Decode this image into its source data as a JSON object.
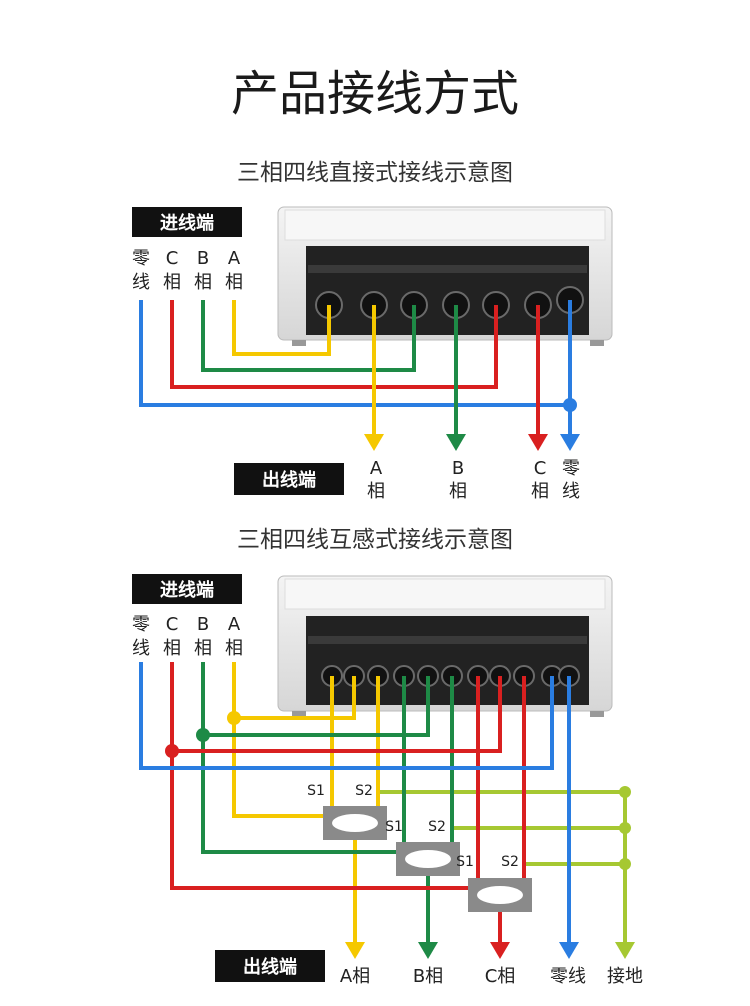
{
  "title": "产品接线方式",
  "diagram1": {
    "title": "三相四线直接式接线示意图",
    "input_tag": "进线端",
    "output_tag": "出线端",
    "inputs": [
      {
        "line1": "零",
        "line2": "线"
      },
      {
        "line1": "C",
        "line2": "相"
      },
      {
        "line1": "B",
        "line2": "相"
      },
      {
        "line1": "A",
        "line2": "相"
      }
    ],
    "outputs": [
      {
        "line1": "A",
        "line2": "相"
      },
      {
        "line1": "B",
        "line2": "相"
      },
      {
        "line1": "C",
        "line2": "相"
      },
      {
        "line1": "零",
        "line2": "线"
      }
    ]
  },
  "diagram2": {
    "title": "三相四线互感式接线示意图",
    "input_tag": "进线端",
    "output_tag": "出线端",
    "inputs": [
      {
        "line1": "零",
        "line2": "线"
      },
      {
        "line1": "C",
        "line2": "相"
      },
      {
        "line1": "B",
        "line2": "相"
      },
      {
        "line1": "A",
        "line2": "相"
      }
    ],
    "ct_terminals": {
      "s1": "S1",
      "s2": "S2"
    },
    "outputs": [
      "A相",
      "B相",
      "C相",
      "零线",
      "接地"
    ]
  },
  "colors": {
    "phase_a": "#f5c800",
    "phase_b": "#1e8a46",
    "phase_c": "#d92020",
    "neutral": "#2a7de1",
    "ground": "#a6c832"
  }
}
